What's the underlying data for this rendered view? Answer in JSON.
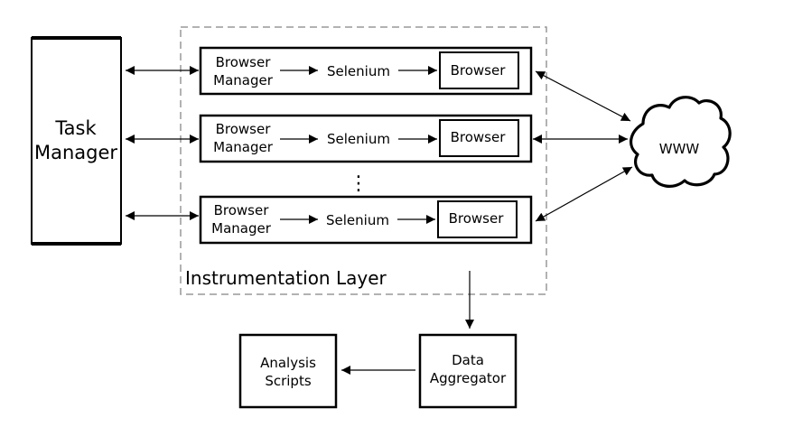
{
  "task_manager": {
    "line1": "Task",
    "line2": "Manager"
  },
  "instrumentation_layer": {
    "label": "Instrumentation Layer",
    "rows": [
      {
        "browser_manager_line1": "Browser",
        "browser_manager_line2": "Manager",
        "selenium": "Selenium",
        "browser": "Browser"
      },
      {
        "browser_manager_line1": "Browser",
        "browser_manager_line2": "Manager",
        "selenium": "Selenium",
        "browser": "Browser"
      },
      {
        "browser_manager_line1": "Browser",
        "browser_manager_line2": "Manager",
        "selenium": "Selenium",
        "browser": "Browser"
      }
    ],
    "ellipsis": "⋮"
  },
  "www": {
    "label": "WWW"
  },
  "data_aggregator": {
    "line1": "Data",
    "line2": "Aggregator"
  },
  "analysis_scripts": {
    "line1": "Analysis",
    "line2": "Scripts"
  }
}
